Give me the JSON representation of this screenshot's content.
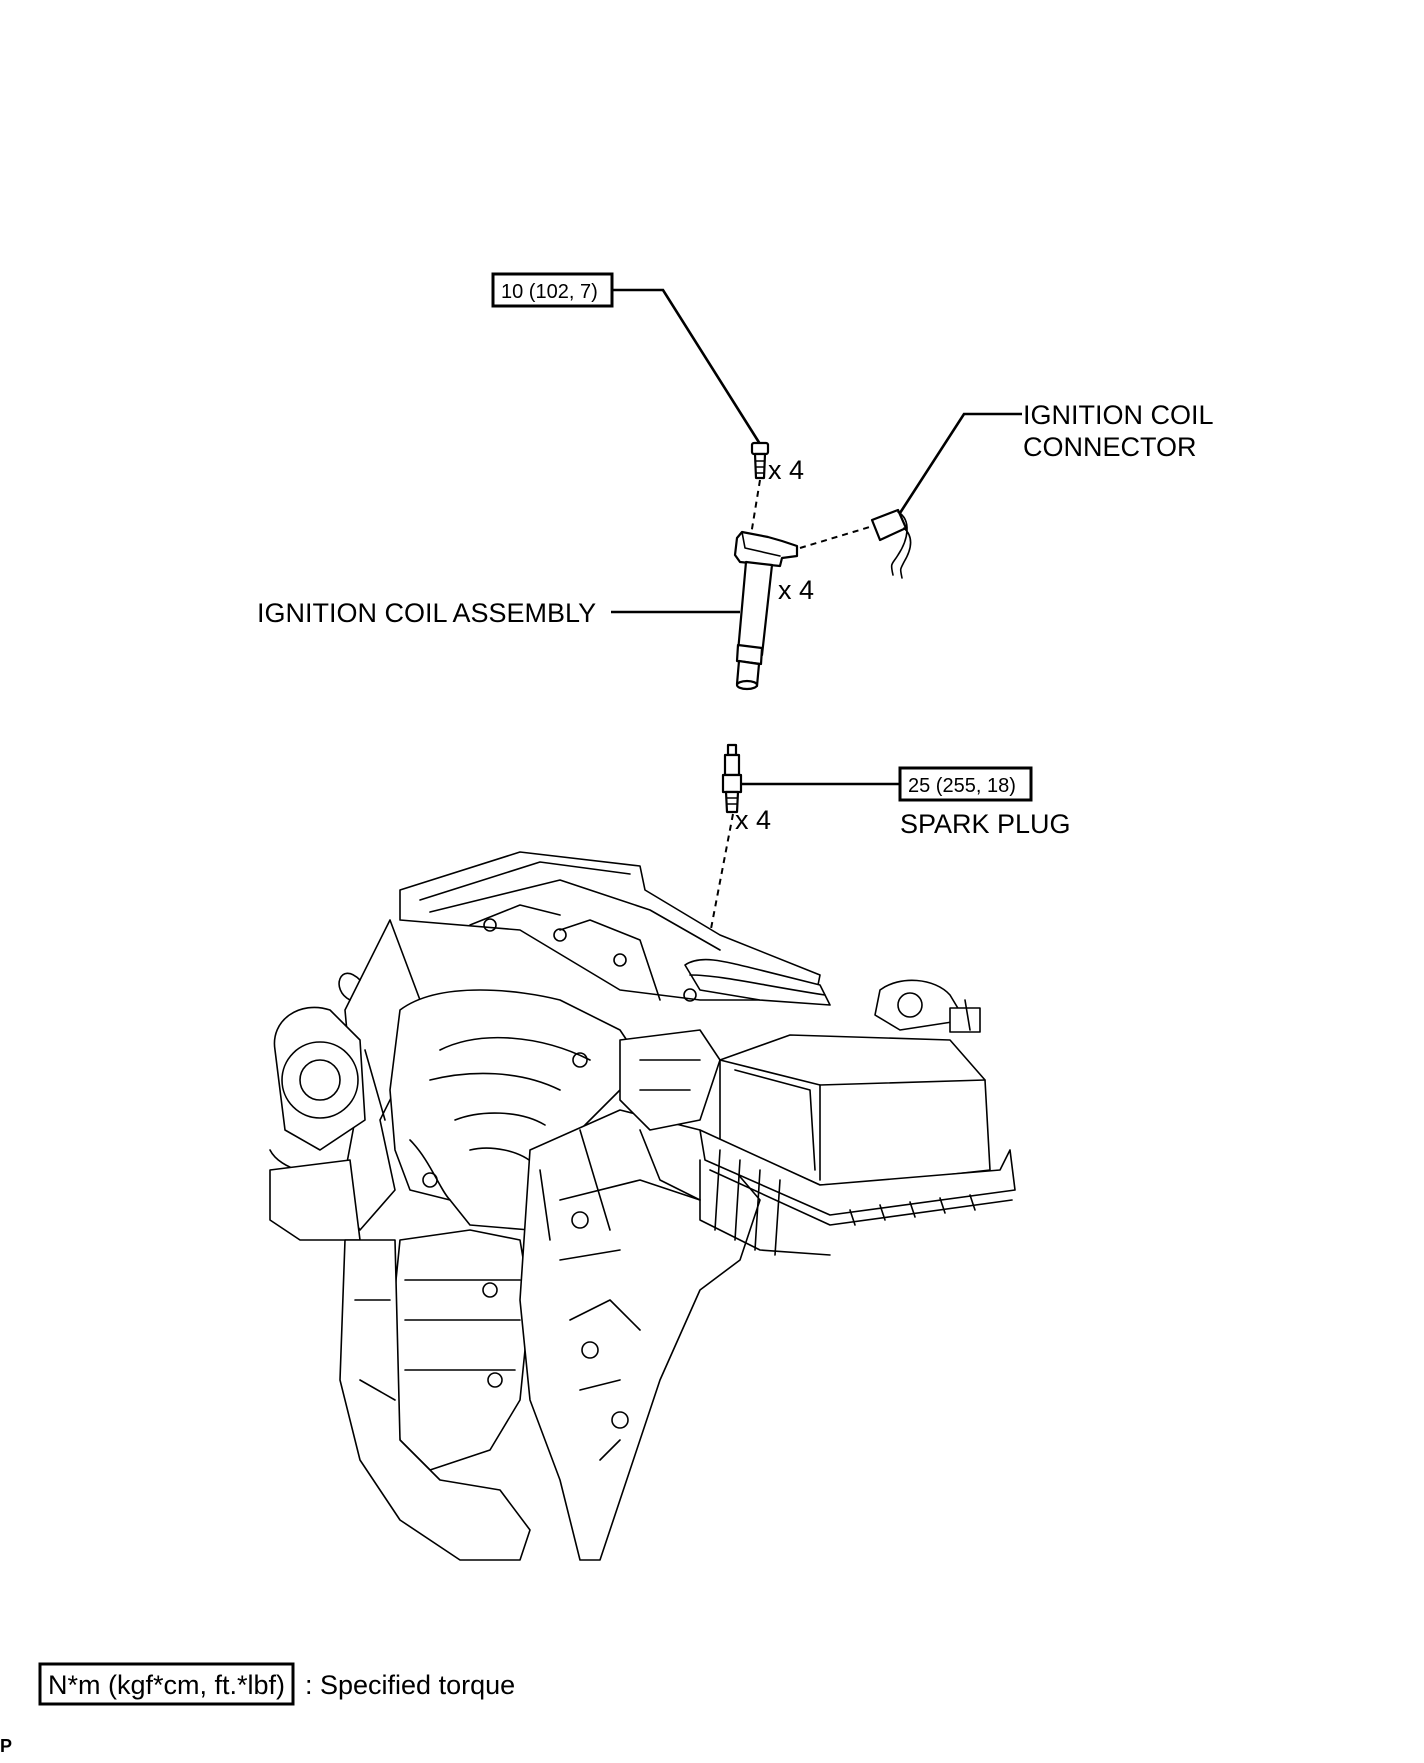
{
  "labels": {
    "bolt_torque": "10 (102, 7)",
    "bolt_qty": "x 4",
    "connector": [
      "IGNITION COIL",
      "CONNECTOR"
    ],
    "coil_assembly": "IGNITION COIL ASSEMBLY",
    "coil_qty": "x 4",
    "plug_torque": "25 (255, 18)",
    "plug_qty": "x 4",
    "spark_plug": "SPARK PLUG"
  },
  "legend": {
    "box_text": "N*m (kgf*cm, ft.*lbf)",
    "description": ": Specified torque"
  },
  "footer_mark": "P"
}
